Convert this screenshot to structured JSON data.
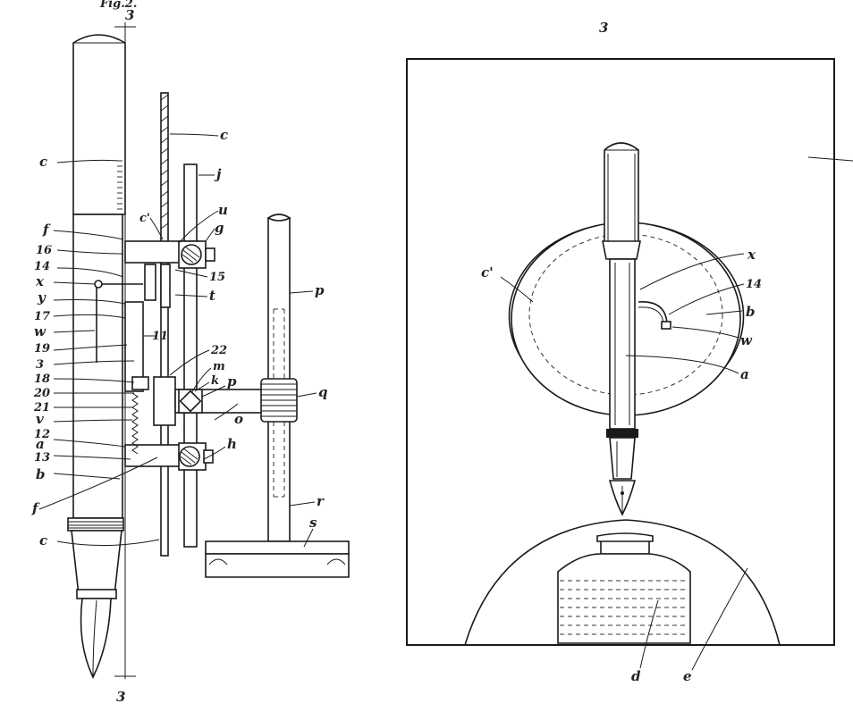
{
  "figure": {
    "fig_label": "Fig.2.",
    "section_top": "3",
    "section_bottom": "3",
    "top_mark": "3"
  },
  "left_labels": {
    "c_top_right": "c",
    "c_left": "c",
    "c_prime": "c'",
    "u": "u",
    "j": "j",
    "f_top": "f",
    "g": "g",
    "n16": "16",
    "n14": "14",
    "n15": "15",
    "x": "x",
    "t": "t",
    "y": "y",
    "p_top": "p",
    "n17": "17",
    "w": "w",
    "n11": "11",
    "n19": "19",
    "n22": "22",
    "n3": "3",
    "m": "m",
    "n18": "18",
    "k": "k",
    "p_mid": "p",
    "n20": "20",
    "q": "q",
    "n21": "21",
    "v": "v",
    "o": "o",
    "n12": "12",
    "a": "a",
    "h": "h",
    "n13": "13",
    "b": "b",
    "r": "r",
    "f_bottom": "f",
    "s": "s",
    "c_bottom": "c"
  },
  "right_labels": {
    "x": "x",
    "c_prime": "c'",
    "n14": "14",
    "b": "b",
    "w": "w",
    "a": "a",
    "d": "d",
    "e": "e"
  }
}
